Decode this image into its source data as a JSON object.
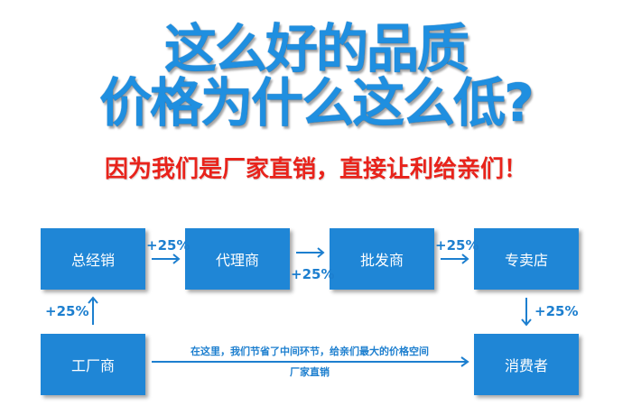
{
  "headline": {
    "line1": "这么好的品质",
    "line2": "价格为什么这么低?"
  },
  "slogan": "因为我们是厂家直销，直接让利给亲们！",
  "nodes": {
    "general_distributor": "总经销",
    "agent": "代理商",
    "wholesaler": "批发商",
    "retail_store": "专卖店",
    "factory": "工厂商",
    "consumer": "消费者"
  },
  "markups": {
    "distributor_to_agent": "+25%",
    "agent_to_wholesaler": "+25%",
    "wholesaler_to_store": "+25%",
    "factory_to_distributor": "+25%",
    "store_to_consumer": "+25%"
  },
  "direct_path": {
    "note_line1": "在这里，我们节省了中间环节，给亲们最大的价格空间",
    "note_line2": "厂家直销"
  },
  "colors": {
    "headline": "#1f8fe0",
    "slogan": "#e8231b",
    "box": "#1f86d6",
    "accent": "#1d7fcf"
  }
}
